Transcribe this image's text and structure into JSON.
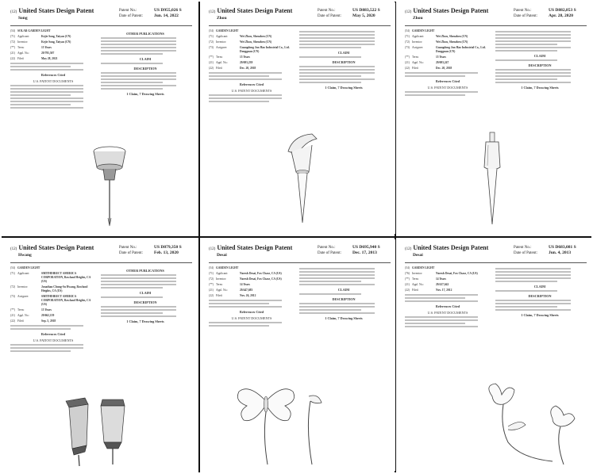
{
  "panels": [
    {
      "header": "United States Design Patent",
      "inventor": "Song",
      "patent_no_label": "Patent No.:",
      "patent_no": "US D955,026 S",
      "date_label": "Date of Patent:",
      "date": "Jun. 14, 2022",
      "fields": [
        {
          "num": "(54)",
          "label": "SOLAR GARDEN LIGHT",
          "value": ""
        },
        {
          "num": "(71)",
          "label": "Applicant:",
          "value": "Kejie Song, Taiyan (CN)"
        },
        {
          "num": "(72)",
          "label": "Inventor:",
          "value": "Kejie Song, Taiyan (CN)"
        },
        {
          "num": "(**)",
          "label": "Term:",
          "value": "15 Years"
        },
        {
          "num": "(21)",
          "label": "Appl. No.:",
          "value": "29/795,507"
        },
        {
          "num": "(22)",
          "label": "Filed:",
          "value": "May 28, 2021"
        }
      ],
      "sections": [
        "References Cited",
        "U.S. PATENT DOCUMENTS",
        "OTHER PUBLICATIONS",
        "CLAIM",
        "DESCRIPTION"
      ],
      "footer": "1 Claim, 7 Drawing Sheets"
    },
    {
      "header": "United States Design Patent",
      "inventor": "Zhou",
      "patent_no_label": "Patent No.:",
      "patent_no": "US D883,522 S",
      "date_label": "Date of Patent:",
      "date": "May 5, 2020",
      "fields": [
        {
          "num": "(54)",
          "label": "GARDEN LIGHT",
          "value": ""
        },
        {
          "num": "(71)",
          "label": "Applicant:",
          "value": "Wei Zhou, Shenzhen (CN)"
        },
        {
          "num": "(72)",
          "label": "Inventor:",
          "value": "Wei Zhou, Shenzhen (CN)"
        },
        {
          "num": "(73)",
          "label": "Assignee:",
          "value": "Guangdong Jun Hao Industrial Co., Ltd. Dongguan (CN)"
        },
        {
          "num": "(**)",
          "label": "Term:",
          "value": "15 Years"
        },
        {
          "num": "(21)",
          "label": "Appl. No.:",
          "value": "29/693,239"
        },
        {
          "num": "(22)",
          "label": "Filed:",
          "value": "Dec. 20, 2018"
        }
      ],
      "sections": [
        "References Cited",
        "U.S. PATENT DOCUMENTS",
        "CLAIM",
        "DESCRIPTION"
      ],
      "footer": "1 Claim, 7 Drawing Sheets"
    },
    {
      "header": "United States Design Patent",
      "inventor": "Zhou",
      "patent_no_label": "Patent No.:",
      "patent_no": "US D882,853 S",
      "date_label": "Date of Patent:",
      "date": "Apr. 28, 2020",
      "fields": [
        {
          "num": "(54)",
          "label": "GARDEN LIGHT",
          "value": ""
        },
        {
          "num": "(71)",
          "label": "Applicant:",
          "value": "Wei Zhou, Shenzhen (CN)"
        },
        {
          "num": "(72)",
          "label": "Inventor:",
          "value": "Wei Zhou, Shenzhen (CN)"
        },
        {
          "num": "(73)",
          "label": "Assignee:",
          "value": "Guangdong Jun Hao Industrial Co., Ltd. Dongguan (CN)"
        },
        {
          "num": "(**)",
          "label": "Term:",
          "value": "15 Years"
        },
        {
          "num": "(21)",
          "label": "Appl. No.:",
          "value": "29/693,247"
        },
        {
          "num": "(22)",
          "label": "Filed:",
          "value": "Dec. 20, 2018"
        }
      ],
      "sections": [
        "References Cited",
        "U.S. PATENT DOCUMENTS",
        "CLAIM",
        "DESCRIPTION"
      ],
      "footer": "1 Claim, 7 Drawing Sheets"
    },
    {
      "header": "United States Design Patent",
      "inventor": "Hwang",
      "patent_no_label": "Patent No.:",
      "patent_no": "US D879,350 S",
      "date_label": "Date of Patent:",
      "date": "Feb. 13, 2020",
      "fields": [
        {
          "num": "(54)",
          "label": "GARDEN LIGHT",
          "value": ""
        },
        {
          "num": "(71)",
          "label": "Applicant:",
          "value": "SMITHDIRECT AMERICA CORPORATION, Rowland Heights, CA (US)"
        },
        {
          "num": "(72)",
          "label": "Inventor:",
          "value": "Jonathan Chung-Su Hwang, Rowland Heights, CA (US)"
        },
        {
          "num": "(73)",
          "label": "Assignee:",
          "value": "SMITHDIRECT AMERICA CORPORATION, Rowland Heights, CA (US)"
        },
        {
          "num": "(**)",
          "label": "Term:",
          "value": "15 Years"
        },
        {
          "num": "(21)",
          "label": "Appl. No.:",
          "value": "29/662,159"
        },
        {
          "num": "(22)",
          "label": "Filed:",
          "value": "Sep. 5, 2018"
        }
      ],
      "sections": [
        "References Cited",
        "U.S. PATENT DOCUMENTS",
        "OTHER PUBLICATIONS",
        "CLAIM",
        "DESCRIPTION"
      ],
      "footer": "1 Claim, 7 Drawing Sheets"
    },
    {
      "header": "United States Design Patent",
      "inventor": "Desai",
      "patent_no_label": "Patent No.:",
      "patent_no": "US D695,940 S",
      "date_label": "Date of Patent:",
      "date": "Dec. 17, 2013",
      "fields": [
        {
          "num": "(54)",
          "label": "GARDEN LIGHT",
          "value": ""
        },
        {
          "num": "(71)",
          "label": "Applicant:",
          "value": "Naresh Desai, Fox Chase, CA (US)"
        },
        {
          "num": "(72)",
          "label": "Inventor:",
          "value": "Naresh Desai, Fox Chase, CA (US)"
        },
        {
          "num": "(**)",
          "label": "Term:",
          "value": "14 Years"
        },
        {
          "num": "(21)",
          "label": "Appl. No.:",
          "value": "29/447,683"
        },
        {
          "num": "(22)",
          "label": "Filed:",
          "value": "Nov. 26, 2012"
        }
      ],
      "sections": [
        "References Cited",
        "U.S. PATENT DOCUMENTS",
        "CLAIM",
        "DESCRIPTION"
      ],
      "footer": "1 Claim, 7 Drawing Sheets"
    },
    {
      "header": "United States Design Patent",
      "inventor": "Desai",
      "patent_no_label": "Patent No.:",
      "patent_no": "US D683,081 S",
      "date_label": "Date of Patent:",
      "date": "Jun. 4, 2013",
      "fields": [
        {
          "num": "(54)",
          "label": "GARDEN LIGHT",
          "value": ""
        },
        {
          "num": "(76)",
          "label": "Inventor:",
          "value": "Naresh Desai, Fox Chase, CA (US)"
        },
        {
          "num": "(**)",
          "label": "Term:",
          "value": "14 Years"
        },
        {
          "num": "(21)",
          "label": "Appl. No.:",
          "value": "29/417,642"
        },
        {
          "num": "(22)",
          "label": "Filed:",
          "value": "Nov. 17, 2012"
        }
      ],
      "sections": [
        "References Cited",
        "U.S. PATENT DOCUMENTS",
        "CLAIM",
        "DESCRIPTION"
      ],
      "footer": "1 Claim, 7 Drawing Sheets"
    }
  ],
  "colors": {
    "divider": "#111111",
    "text": "#222222",
    "watermark": "#cfe3d9",
    "drawing": "#444444"
  }
}
